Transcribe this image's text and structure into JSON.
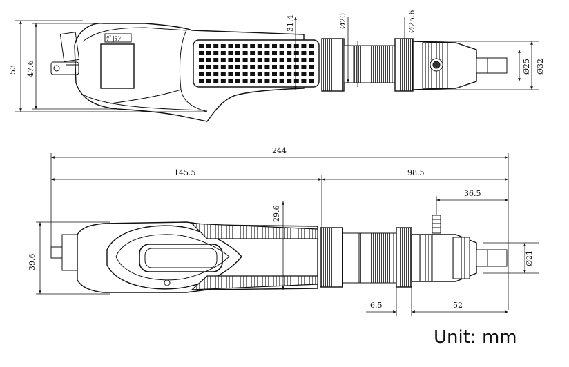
{
  "top_view": {
    "overall_height": "53",
    "body_height": "47.6",
    "grip_height": "31.4",
    "shaft_diameter": "Ø20",
    "collar_diameter": "Ø25.6",
    "bit_holder_diameter": "Ø25",
    "nose_diameter": "Ø32",
    "switch_label": "ﾃﾞ|ｦﾝ"
  },
  "side_view": {
    "total_length": "244",
    "body_length": "145.5",
    "front_length": "98.5",
    "nose_length": "36.5",
    "grip_height": "29.6",
    "overall_height": "39.6",
    "bit_diameter": "Ø21",
    "ring_width": "6.5",
    "front_section": "52"
  },
  "unit_label": "Unit: mm"
}
